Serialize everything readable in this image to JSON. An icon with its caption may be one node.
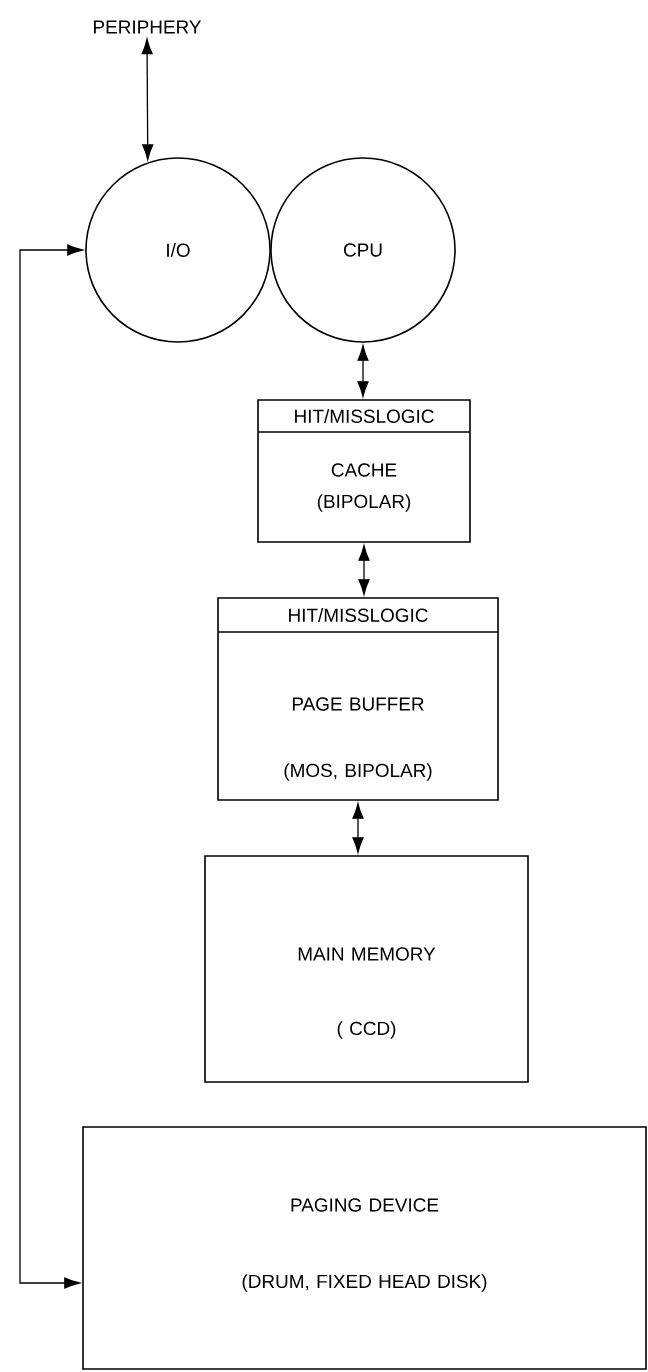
{
  "diagram": {
    "nodes": [
      {
        "text": [
          "PERIPHERY"
        ]
      },
      {
        "text": [
          "I/O"
        ]
      },
      {
        "text": [
          "CPU"
        ]
      },
      {
        "text": [
          "HIT/MISSLOGIC",
          "CACHE",
          "(BIPOLAR)"
        ]
      },
      {
        "text": [
          "HIT/MISSLOGIC",
          "PAGE BUFFER",
          "(MOS, BIPOLAR)"
        ]
      },
      {
        "text": [
          "MAIN MEMORY",
          "( CCD)"
        ]
      },
      {
        "text": [
          "PAGING DEVICE",
          "(DRUM, FIXED HEAD DISK)"
        ]
      }
    ],
    "edges": [
      {
        "from": 0,
        "to": 1,
        "arrow": "both"
      },
      {
        "from": 2,
        "to": 3,
        "arrow": "both"
      },
      {
        "from": 3,
        "to": 4,
        "arrow": "both"
      },
      {
        "from": 4,
        "to": 5,
        "arrow": "both"
      },
      {
        "from": 1,
        "to": 6,
        "arrow": "both"
      }
    ]
  }
}
